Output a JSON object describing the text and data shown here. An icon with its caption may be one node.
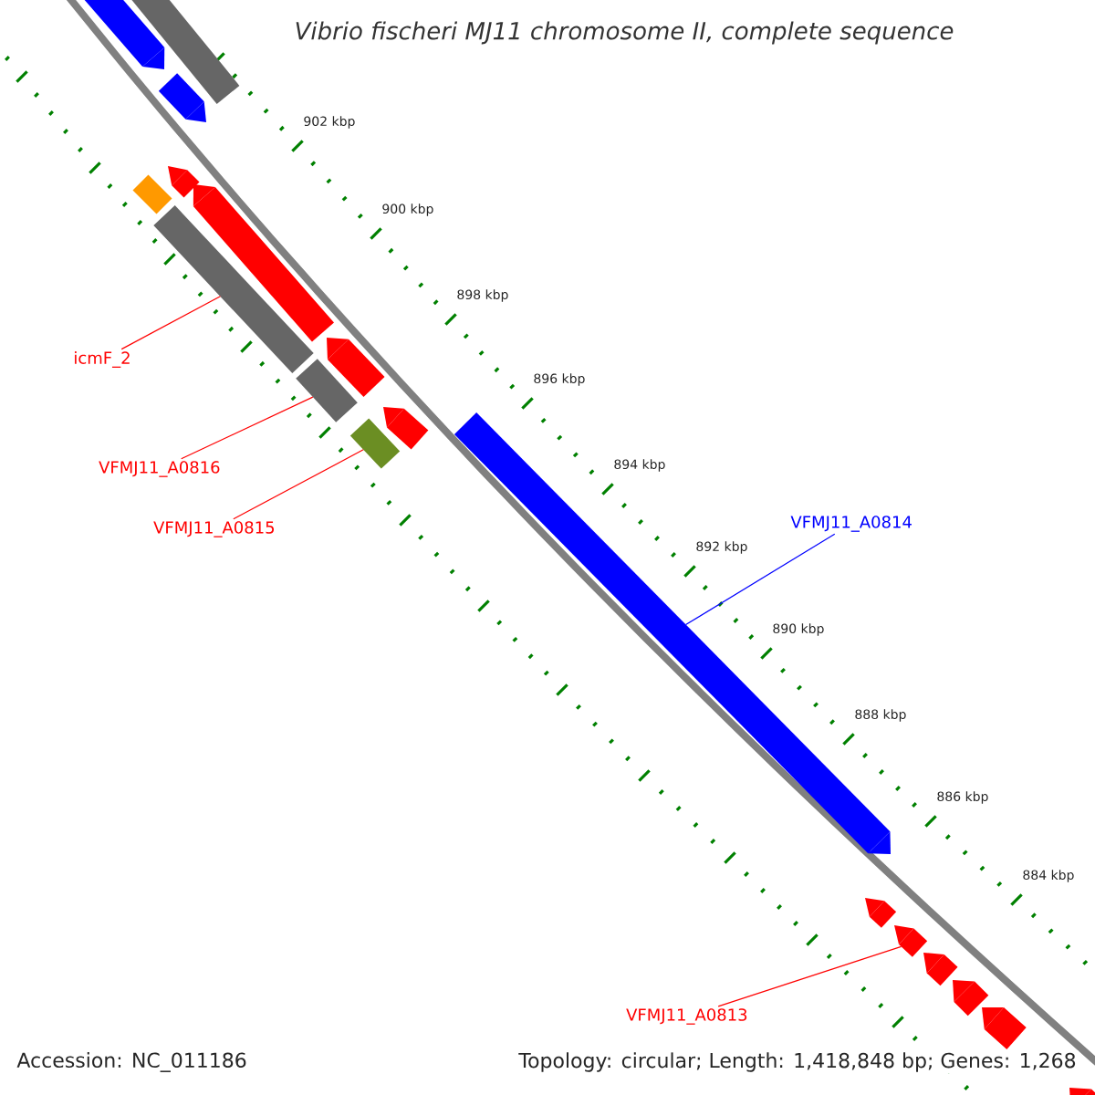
{
  "diagram": {
    "title": "Vibrio fischeri MJ11 chromosome II, complete sequence",
    "nodes": [
      {
        "text": [
          "icmF_2"
        ]
      },
      {
        "text": [
          "VFMJ11_A0816"
        ]
      },
      {
        "text": [
          "VFMJ11_A0815"
        ]
      },
      {
        "text": [
          "VFMJ11_A0814"
        ]
      },
      {
        "text": [
          "VFMJ11_A0813"
        ]
      },
      {
        "text": [],
        "shape": "pentagon"
      },
      {
        "text": [],
        "shape": "bar"
      },
      {
        "text": [],
        "shape": "pentagon"
      },
      {
        "text": [],
        "shape": "pentagon"
      },
      {
        "text": [],
        "shape": "bar"
      },
      {
        "text": [],
        "shape": "pentagon"
      },
      {
        "text": [],
        "shape": "bar"
      },
      {
        "text": [],
        "shape": "pentagon"
      },
      {
        "text": [],
        "shape": "bar"
      },
      {
        "text": [],
        "shape": "pentagon"
      },
      {
        "text": [],
        "shape": "bar"
      },
      {
        "text": [],
        "shape": "pentagon"
      },
      {
        "text": [],
        "shape": "pentagon"
      },
      {
        "text": [],
        "shape": "pentagon"
      },
      {
        "text": [],
        "shape": "pentagon"
      },
      {
        "text": [],
        "shape": "pentagon"
      },
      {
        "text": [],
        "shape": "pentagon"
      },
      {
        "text": [],
        "shape": "pentagon"
      }
    ],
    "edges": [
      {
        "from": 0,
        "to": 11,
        "arrow": "none"
      },
      {
        "from": 1,
        "to": 13,
        "arrow": "none"
      },
      {
        "from": 2,
        "to": 15,
        "arrow": "none"
      },
      {
        "from": 3,
        "to": 16,
        "arrow": "none",
        "color": "#0000ff"
      },
      {
        "from": 4,
        "to": 18,
        "arrow": "none"
      }
    ],
    "labels": [
      "902 kbp",
      "900 kbp",
      "898 kbp",
      "896 kbp",
      "894 kbp",
      "892 kbp",
      "890 kbp",
      "888 kbp",
      "886 kbp",
      "884 kbp",
      "Accession: NC_011186",
      "Topology: circular; Length: 1,418,848 bp; Genes: 1,268"
    ]
  }
}
